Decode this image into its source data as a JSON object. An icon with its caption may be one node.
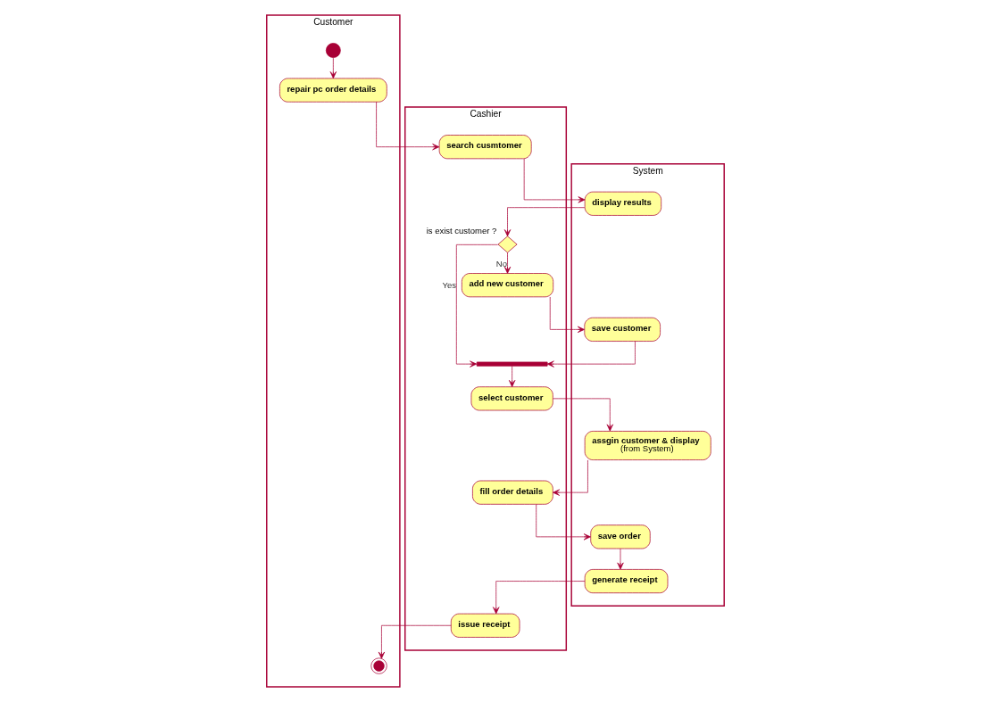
{
  "diagram": {
    "nodes": [
      {
        "text": [
          "Customer"
        ]
      },
      {
        "text": [
          "Cashier"
        ]
      },
      {
        "text": [
          "System"
        ]
      },
      {
        "text": [],
        "shape": "circle",
        "in": 0
      },
      {
        "text": [
          "repair pc order details"
        ],
        "in": 0
      },
      {
        "text": [
          "search cusmtomer"
        ],
        "in": 1
      },
      {
        "text": [
          "display results"
        ],
        "in": 2
      },
      {
        "text": [],
        "shape": "diamond",
        "beside": [
          "is exist customer ?"
        ],
        "in": 1
      },
      {
        "text": [
          "add new customer"
        ],
        "in": 1
      },
      {
        "text": [
          "save customer"
        ],
        "in": 2
      },
      {
        "text": [],
        "shape": "bar",
        "in": 1
      },
      {
        "text": [
          "select customer"
        ],
        "in": 1
      },
      {
        "text": [
          "assgin customer & display",
          "(from System)"
        ],
        "in": 2
      },
      {
        "text": [
          "fill order details"
        ],
        "in": 1
      },
      {
        "text": [
          "save order"
        ],
        "in": 2
      },
      {
        "text": [
          "generate receipt"
        ],
        "in": 2
      },
      {
        "text": [
          "issue receipt"
        ],
        "in": 1
      },
      {
        "text": [],
        "shape": "circle",
        "in": 0
      }
    ],
    "edges": [
      {
        "from": 3,
        "to": 4,
        "arrow": "to"
      },
      {
        "from": 4,
        "to": 5,
        "arrow": "to"
      },
      {
        "from": 5,
        "to": 6,
        "arrow": "to"
      },
      {
        "from": 6,
        "to": 7,
        "arrow": "to"
      },
      {
        "from": 7,
        "to": 8,
        "arrow": "to",
        "label": "No"
      },
      {
        "from": 7,
        "to": 10,
        "arrow": "to",
        "label": "Yes"
      },
      {
        "from": 8,
        "to": 9,
        "arrow": "to"
      },
      {
        "from": 9,
        "to": 10,
        "arrow": "to"
      },
      {
        "from": 10,
        "to": 11,
        "arrow": "to"
      },
      {
        "from": 11,
        "to": 12,
        "arrow": "to"
      },
      {
        "from": 12,
        "to": 13,
        "arrow": "to"
      },
      {
        "from": 13,
        "to": 14,
        "arrow": "to"
      },
      {
        "from": 14,
        "to": 15,
        "arrow": "to"
      },
      {
        "from": 15,
        "to": 16,
        "arrow": "to"
      },
      {
        "from": 16,
        "to": 17,
        "arrow": "to"
      }
    ]
  }
}
